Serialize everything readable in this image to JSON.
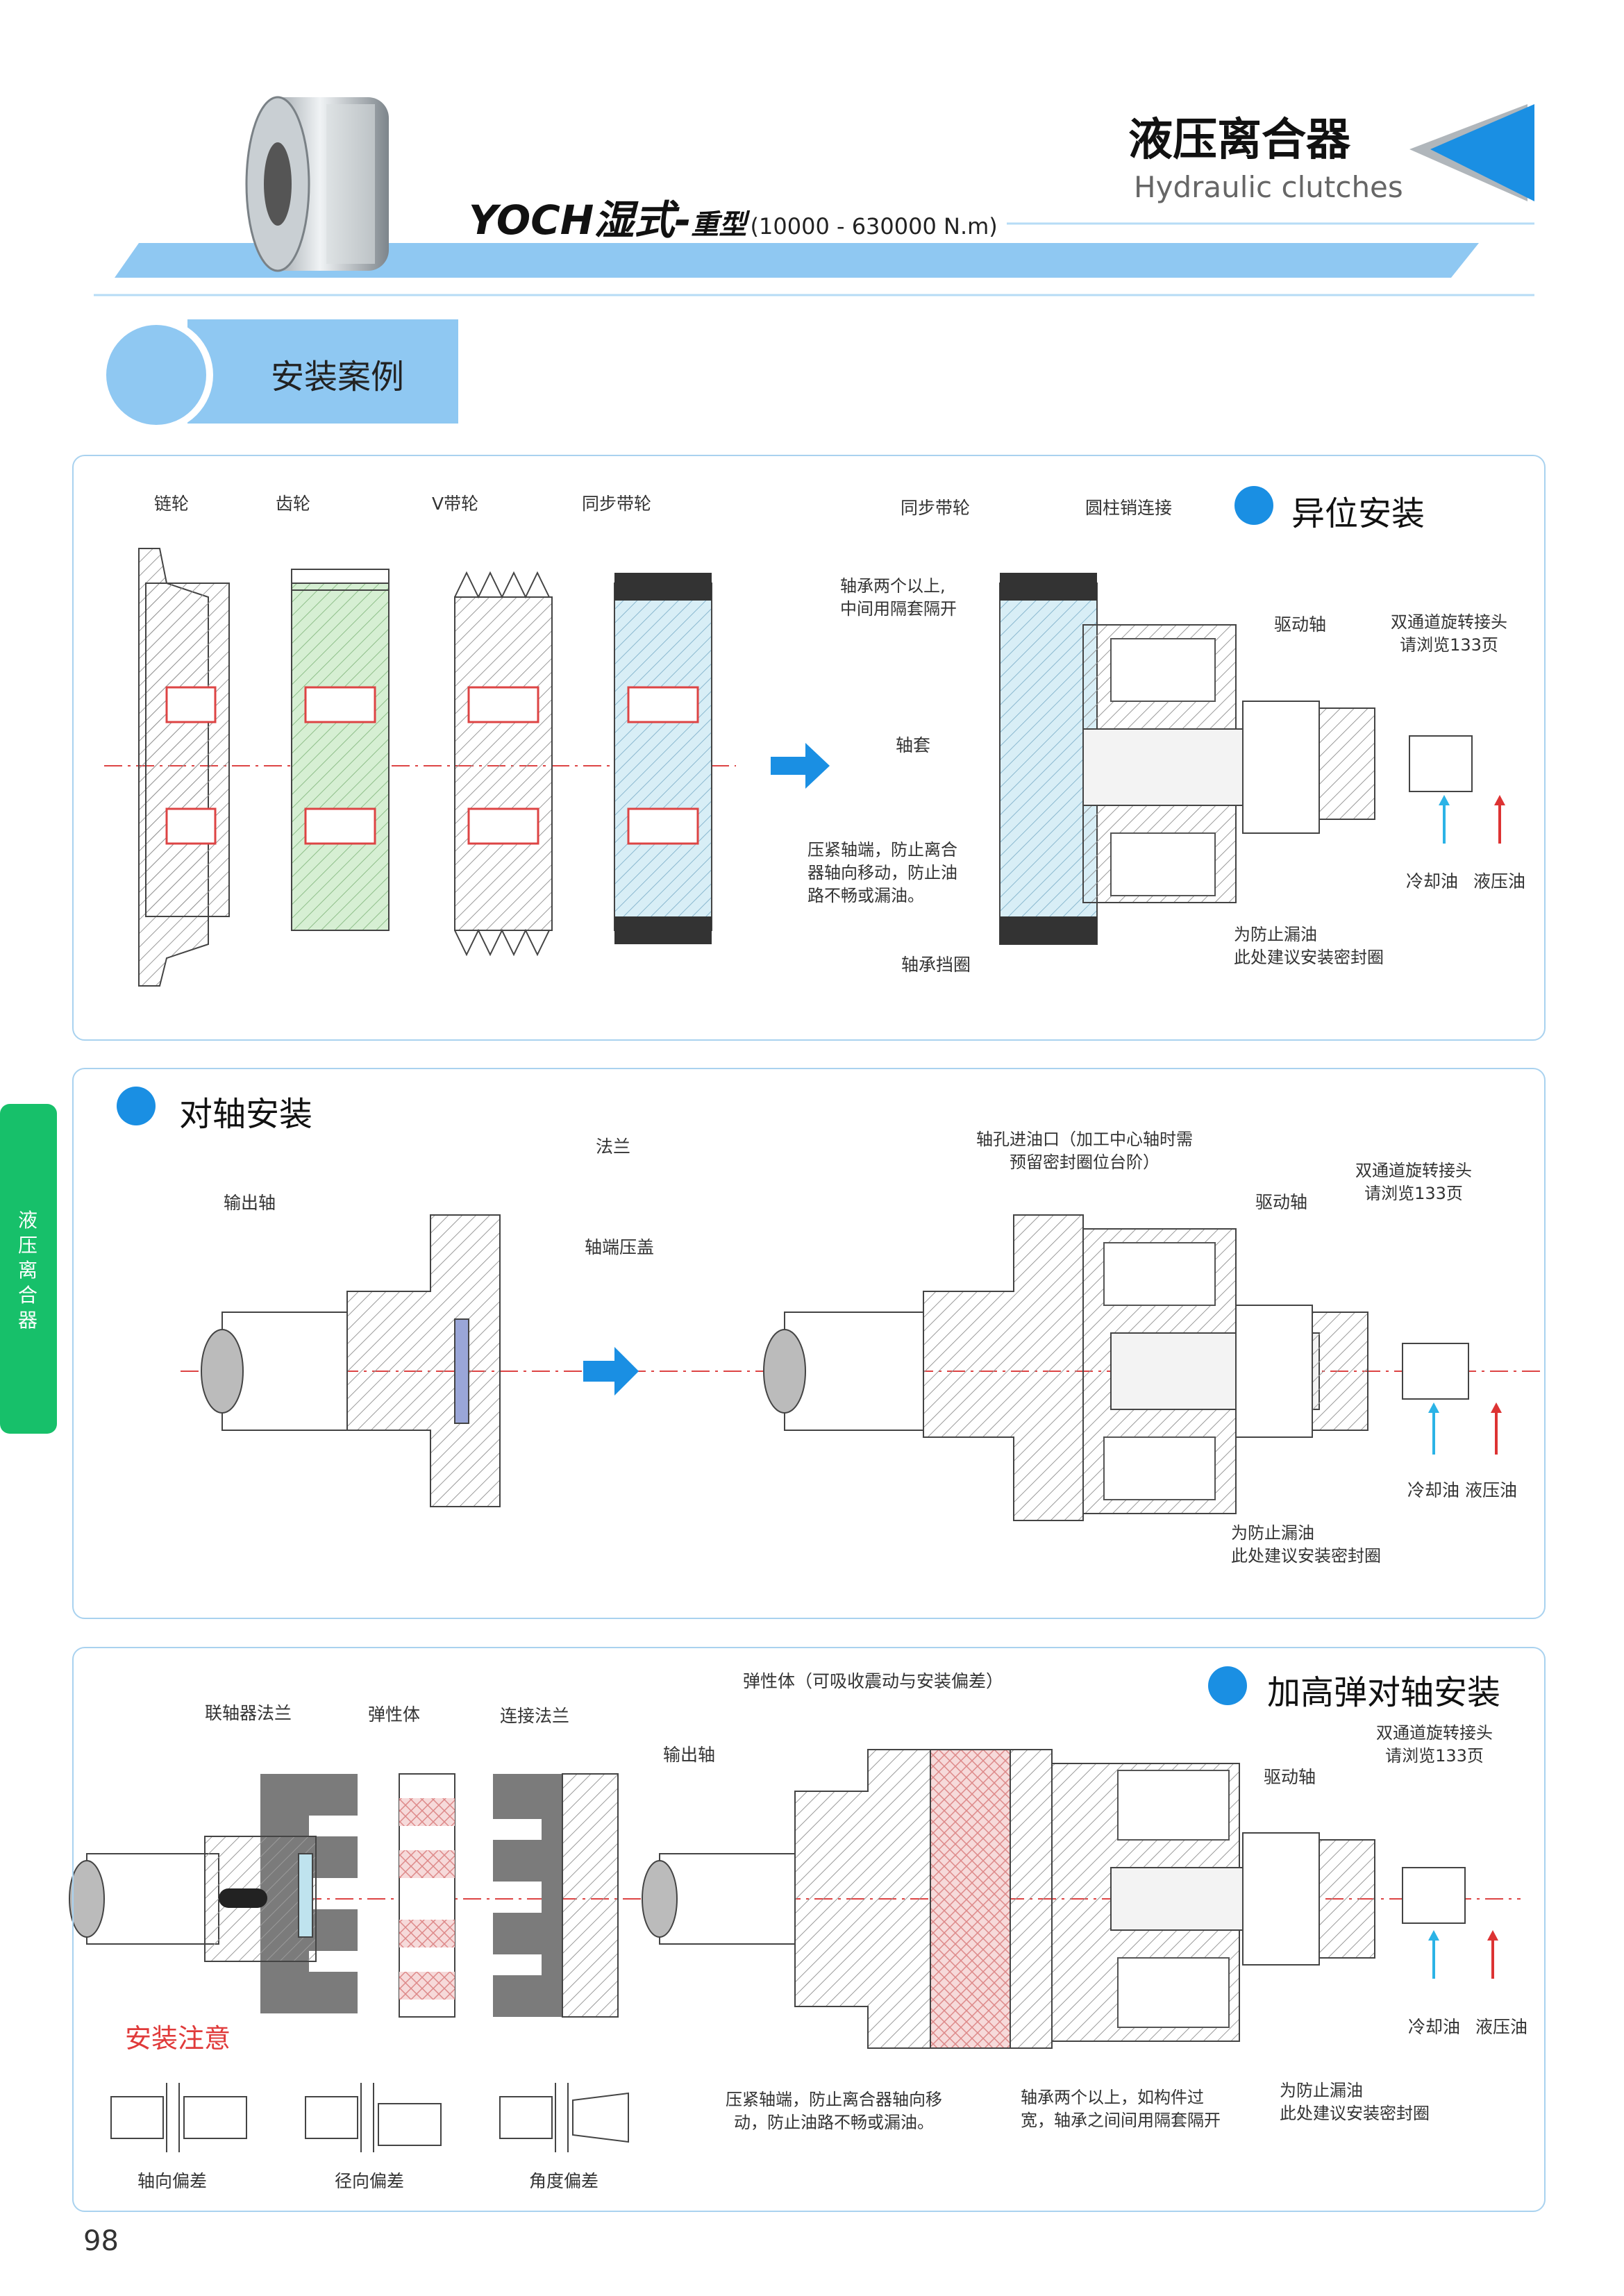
{
  "header": {
    "title_cn": "液压离合器",
    "title_en": "Hydraulic clutches",
    "series": "YOCH湿式-",
    "series_type": "重型",
    "torque_range": "(10000 - 630000 N.m)"
  },
  "section_tab": {
    "label": "安装案例"
  },
  "side_tab": {
    "label": "液压离合器"
  },
  "page_number": "98",
  "panel1": {
    "title": "异位安装",
    "labels": {
      "chain": "链轮",
      "gear": "齿轮",
      "vbelt": "V带轮",
      "timing_belt": "同步带轮",
      "timing_belt_right": "同步带轮",
      "pin": "圆柱销连接",
      "bearing_note": "轴承两个以上,\n中间用隔套隔开",
      "drive_shaft": "驱动轴",
      "rotary_joint": "双通道旋转接头\n请浏览133页",
      "sleeve": "轴套",
      "press_note": "压紧轴端，防止离合\n器轴向移动，防止油\n路不畅或漏油。",
      "cooling_oil": "冷却油",
      "hydraulic_oil": "液压油",
      "seal_note": "为防止漏油\n此处建议安装密封圈",
      "bearing_ring": "轴承挡圈"
    }
  },
  "panel2": {
    "title": "对轴安装",
    "labels": {
      "flange": "法兰",
      "output_shaft": "输出轴",
      "end_cap": "轴端压盖",
      "oil_inlet": "轴孔进油口（加工中心轴时需\n预留密封圈位台阶）",
      "drive_shaft": "驱动轴",
      "rotary_joint": "双通道旋转接头\n请浏览133页",
      "oils": "冷却油 液压油",
      "seal_note": "为防止漏油\n此处建议安装密封圈"
    }
  },
  "panel3": {
    "title": "加高弹对轴安装",
    "labels": {
      "elastomer": "弹性体（可吸收震动与安装偏差）",
      "coupling_flange": "联轴器法兰",
      "elastic_body": "弹性体",
      "connect_flange": "连接法兰",
      "output_shaft": "输出轴",
      "drive_shaft": "驱动轴",
      "rotary_joint": "双通道旋转接头\n请浏览133页",
      "cooling_oil": "冷却油",
      "hydraulic_oil": "液压油",
      "notice": "安装注意",
      "axial": "轴向偏差",
      "radial": "径向偏差",
      "angular": "角度偏差",
      "press_note": "压紧轴端，防止离合器轴向移\n动，防止油路不畅或漏油。",
      "bearing_note": "轴承两个以上，如构件过\n宽，轴承之间间用隔套隔开",
      "seal_note": "为防止漏油\n此处建议安装密封圈"
    }
  },
  "colors": {
    "accent_blue": "#1a8fe3",
    "light_blue": "#79bdf0",
    "band_blue": "#8fc8f2",
    "green_tab": "#17c06a",
    "notice_red": "#e03a3a",
    "panel_border": "#a9d2ef"
  }
}
